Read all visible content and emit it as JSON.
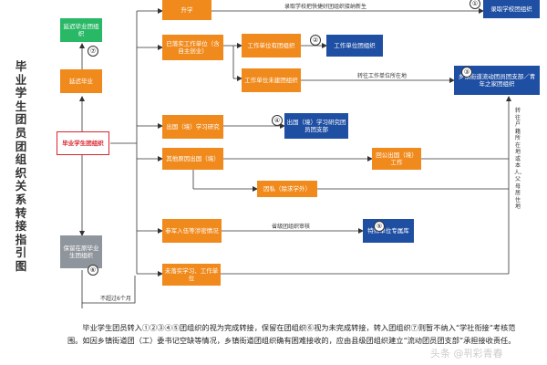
{
  "side_title": "毕业学生团员团组织关系转接指引图",
  "nodes": {
    "start": "毕业学生团组织",
    "defer_up": "延迟毕业",
    "defer_green": "延迟毕业团组织",
    "keep": "保留在原毕业生团组织",
    "promote": "升学",
    "promote_target": "录取学校团组织",
    "employed": "已落实工作单位（含自主创业）",
    "has_org": "工作单位有团组织",
    "has_org_target": "工作单位团组织",
    "no_org": "工作单位未建团组织",
    "street_target": "乡镇街道流动团员团支部／青年之家团组织",
    "abroad": "出国（境）学习研究",
    "abroad_target": "出国（境）学习研究团员团支部",
    "others": "其他原因出国（境）",
    "return_abroad": "回公出国（境）工作",
    "private": "因私（除求学外）",
    "army": "参军入伍等涉密情况",
    "special_target": "特殊单位专属库",
    "unemployed": "未落实学习、工作单位"
  },
  "line_labels": {
    "promote": "录取学校把快捷好团组织接纳新生",
    "no_org": "转往工作单位所在地",
    "army": "省级团组织审核",
    "limit": "不超过6个月",
    "right_vertical": "转往户籍所在地或本人、父母居住地"
  },
  "circled_numbers": {
    "n1": "①",
    "n2": "②",
    "n3": "③",
    "n4": "④",
    "n5": "⑤",
    "n6": "⑥",
    "n7": "⑦"
  },
  "footnote": "毕业学生团员转入①②③④⑤团组织的视为完成转接，保留在团组织⑥视为未完成转接，转入团组织⑦则暂不纳入“学社衔接”考核范围。如因乡镇街道团（工）委书记空缺等情况，乡镇街道团组织确有困难接收的，应由县级团组织建立“流动团员团支部”承担接收责任。",
  "watermark": "头条 @퓌彩青春",
  "colors": {
    "orange": "#f08a1c",
    "green": "#29b865",
    "blue": "#1f4fa3",
    "gray": "#8f959c",
    "start_red": "#d8262e",
    "line": "#333333"
  }
}
